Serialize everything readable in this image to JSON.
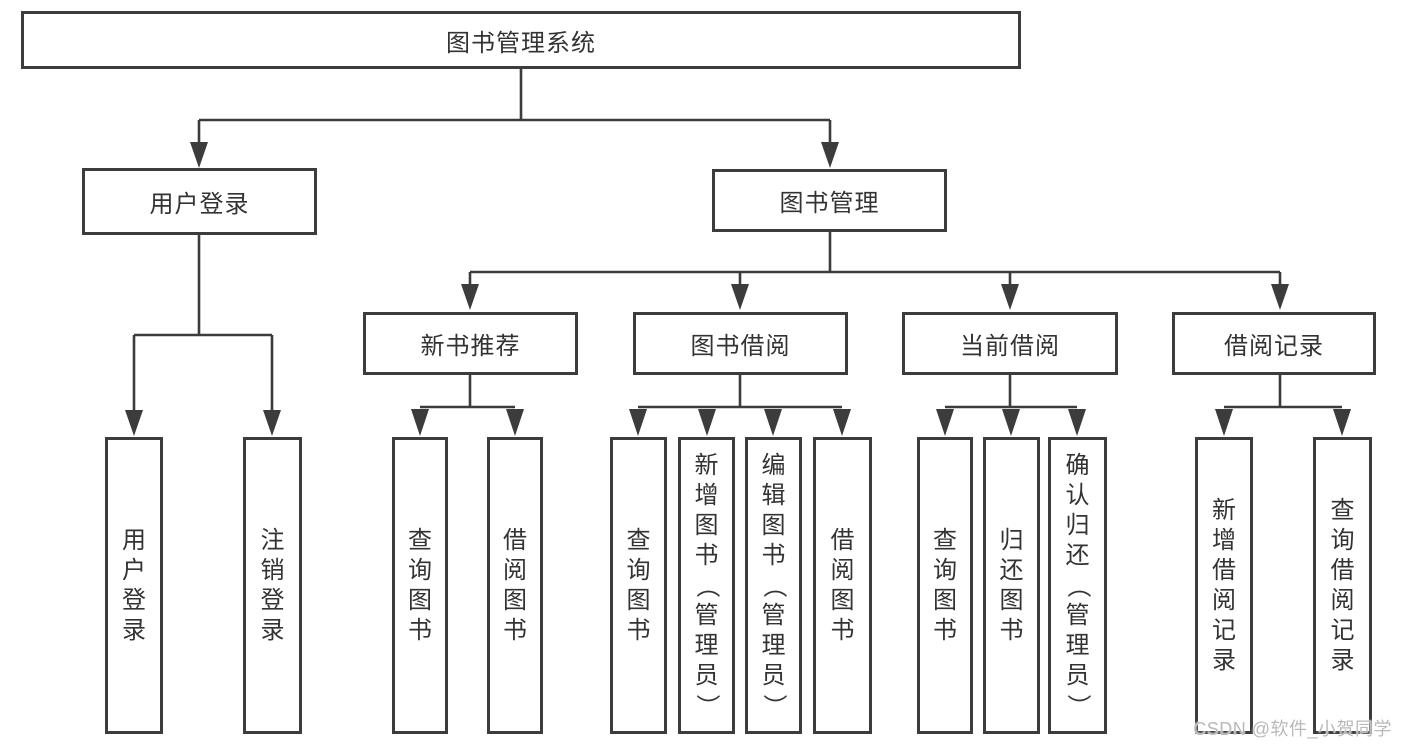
{
  "page": {
    "type": "hierarchy-diagram",
    "title": "图书管理系统"
  },
  "tree": {
    "root": {
      "label": "图书管理系统"
    },
    "branches": [
      {
        "label": "用户登录",
        "leaves": [
          {
            "label": "用户登录"
          },
          {
            "label": "注销登录"
          }
        ]
      },
      {
        "label": "图书管理",
        "groups": [
          {
            "label": "新书推荐",
            "leaves": [
              {
                "label": "查询图书"
              },
              {
                "label": "借阅图书"
              }
            ]
          },
          {
            "label": "图书借阅",
            "leaves": [
              {
                "label": "查询图书"
              },
              {
                "label": "新增图书（管理员）"
              },
              {
                "label": "编辑图书（管理员）"
              },
              {
                "label": "借阅图书"
              }
            ]
          },
          {
            "label": "当前借阅",
            "leaves": [
              {
                "label": "查询图书"
              },
              {
                "label": "归还图书"
              },
              {
                "label": "确认归还（管理员）"
              }
            ]
          },
          {
            "label": "借阅记录",
            "leaves": [
              {
                "label": "新增借阅记录"
              },
              {
                "label": "查询借阅记录"
              }
            ]
          }
        ]
      }
    ]
  },
  "watermark": {
    "text": "CSDN @软件_小贺同学"
  },
  "colors": {
    "line": "#3c3c3c",
    "text": "#333333",
    "watermark": "#b9b9b9",
    "background": "#ffffff"
  }
}
